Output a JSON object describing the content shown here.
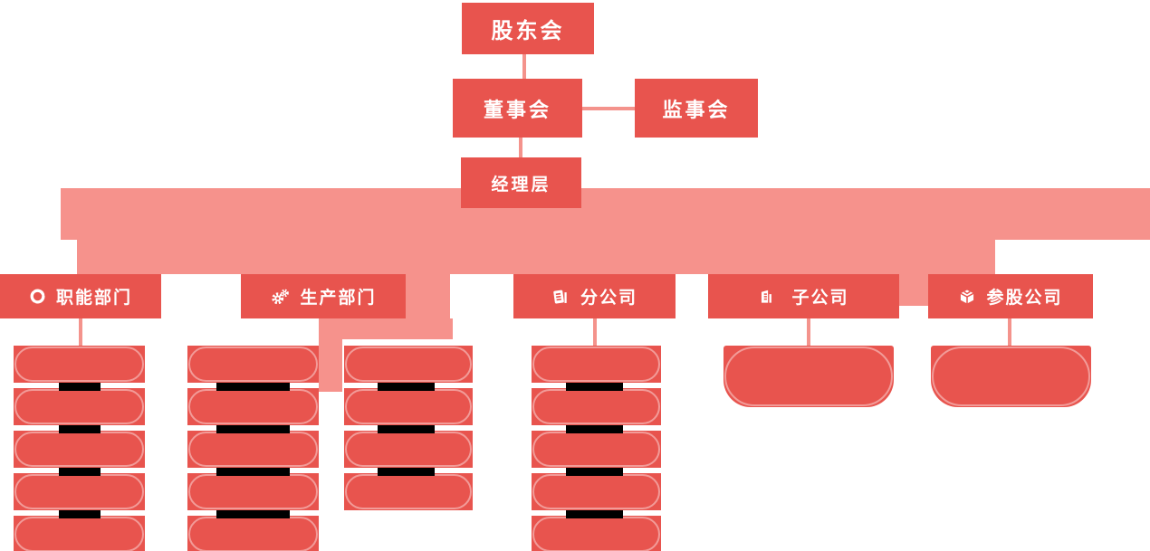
{
  "org": {
    "nodes": {
      "shareholders": "股东会",
      "board": "董事会",
      "supervisory": "监事会",
      "management": "经理层"
    },
    "departments": [
      {
        "label": "职能部门",
        "icon": "recycle-icon",
        "sub_item_count": 5
      },
      {
        "label": "生产部门",
        "icon": "cogs-icon",
        "sub_item_count": 9
      },
      {
        "label": "分公司",
        "icon": "building-icon",
        "sub_item_count": 5
      },
      {
        "label": "子公司",
        "icon": "office-building-icon",
        "sub_item_count": 1
      },
      {
        "label": "参股公司",
        "icon": "cube-icon",
        "sub_item_count": 1
      }
    ],
    "colors": {
      "node_red": "#e8544e",
      "band_pink": "#f6928c",
      "connector_pink": "#f4938c",
      "pill_outline": "#f4a09a",
      "divider_black": "#000000",
      "text": "#ffffff"
    }
  }
}
